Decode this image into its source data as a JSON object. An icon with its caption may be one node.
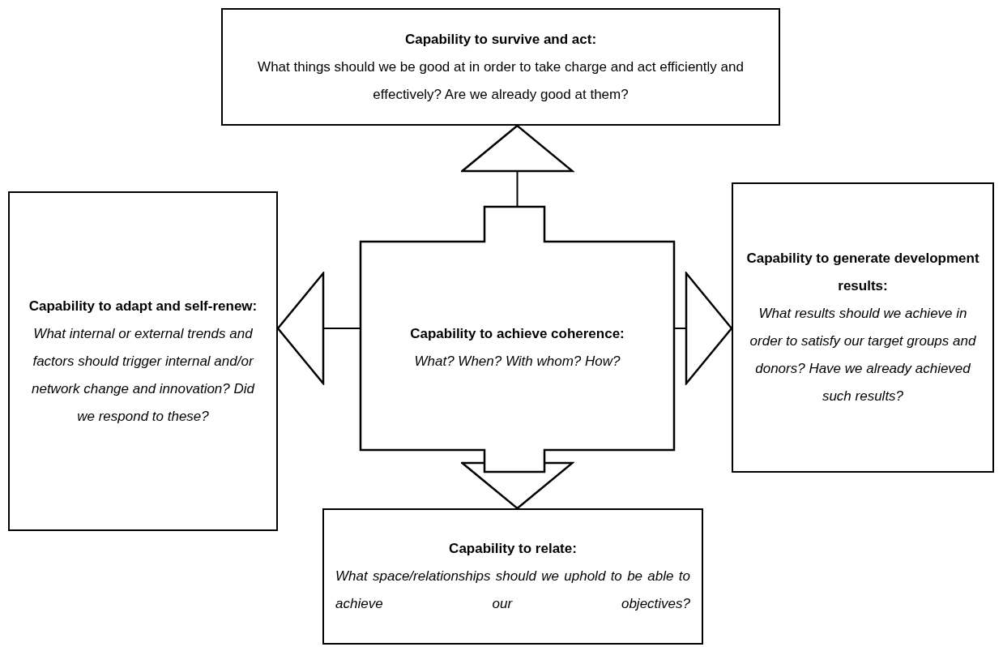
{
  "diagram": {
    "nodes": [
      {
        "text": [
          "Capability to survive and act:",
          "What things should we be good at in order to take charge and act efficiently and effectively? Are we already good at them?"
        ]
      },
      {
        "text": [
          "Capability to adapt and self-renew:",
          "What internal or external trends and factors should trigger internal and/or network change and innovation? Did we respond to these?"
        ]
      },
      {
        "text": [
          "Capability to achieve coherence:",
          "What? When? With whom? How?"
        ]
      },
      {
        "text": [
          "Capability to generate development results:",
          "What results should we achieve in order to satisfy our target groups and donors? Have we already achieved such results?"
        ]
      },
      {
        "text": [
          "Capability to relate:",
          "What space/relationships should we uphold to be able to achieve our objectives?"
        ]
      }
    ],
    "edges": [
      {
        "from": 2,
        "to": 0,
        "arrow": "to"
      },
      {
        "from": 2,
        "to": 1,
        "arrow": "to"
      },
      {
        "from": 2,
        "to": 3,
        "arrow": "to"
      },
      {
        "from": 2,
        "to": 4,
        "arrow": "to"
      }
    ]
  }
}
